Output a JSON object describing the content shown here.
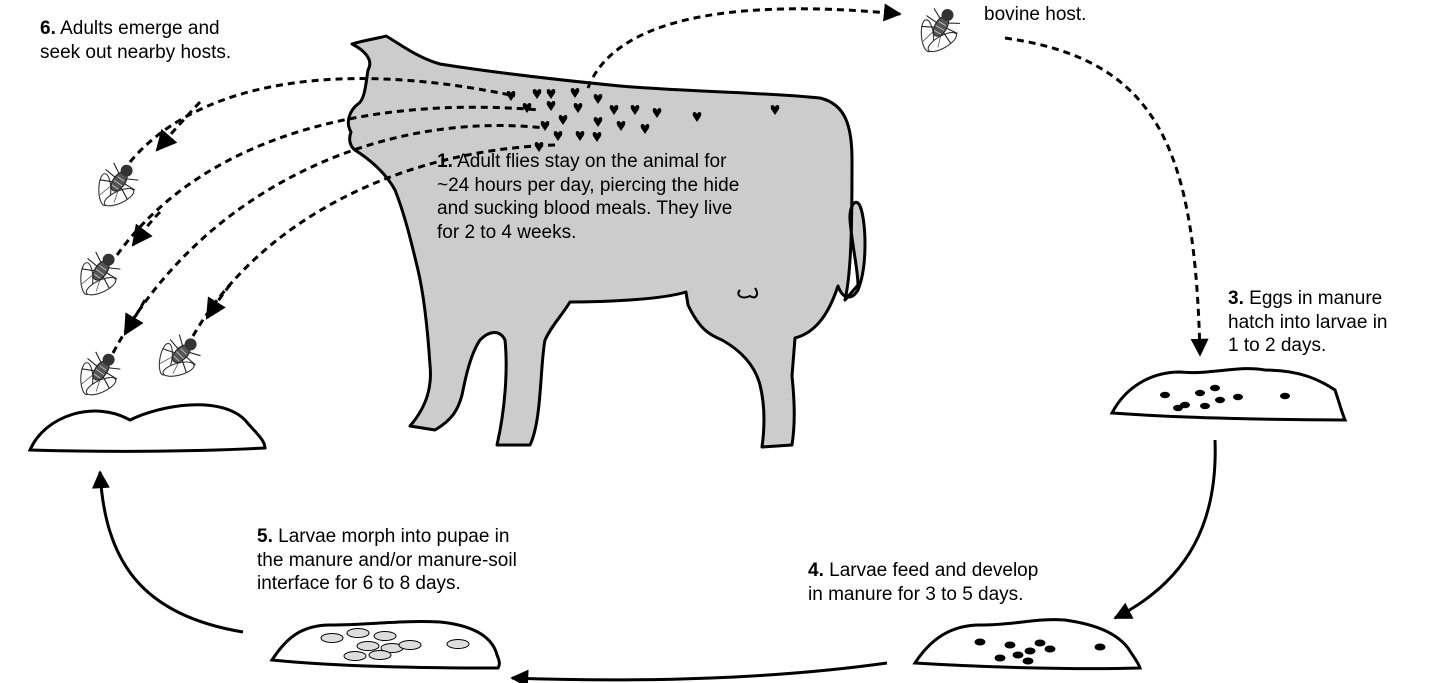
{
  "stages": {
    "s1": {
      "num": "1.",
      "lines": [
        "Adult flies stay on the animal for",
        "~24 hours per day, piercing the hide",
        "and sucking blood meals.  They live",
        "for 2 to 4 weeks."
      ]
    },
    "s2": {
      "num": "",
      "lines": [
        "bovine host."
      ]
    },
    "s3": {
      "num": "3.",
      "lines": [
        "Eggs in manure",
        "hatch into larvae in",
        "1 to 2 days."
      ]
    },
    "s4": {
      "num": "4.",
      "lines": [
        "Larvae feed and develop",
        "in manure  for 3 to 5 days."
      ]
    },
    "s5": {
      "num": "5.",
      "lines": [
        "Larvae morph  into pupae in",
        "the manure and/or manure-soil",
        "interface for 6 to 8 days."
      ]
    },
    "s6": {
      "num": "6.",
      "lines": [
        "Adults  emerge and",
        "seek out nearby hosts."
      ]
    }
  },
  "colors": {
    "cow_fill": "#cccccc",
    "outline": "#000000",
    "pupa_fill": "#dddddd"
  },
  "icons": [
    "cow-silhouette",
    "fly-icon",
    "manure-pile",
    "egg-dot",
    "larva-dot",
    "pupa-oval",
    "blood-meal-marker"
  ]
}
